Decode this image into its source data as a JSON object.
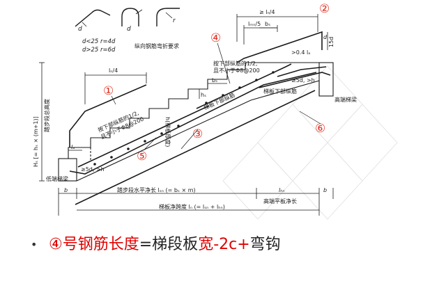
{
  "colors": {
    "line": "#1a1a1a",
    "marker": "#e03020",
    "caption_red": "#e00000",
    "background": "#ffffff"
  },
  "bend_detail": {
    "label_d1": "d",
    "label_d2": "d",
    "label_r": "r",
    "rule1": "d<25  r=4d",
    "rule2": "d>25  r=6d",
    "caption": "纵向钢筋弯折要求"
  },
  "markers": [
    "①",
    "②",
    "③",
    "④",
    "⑤",
    "⑥"
  ],
  "dims": {
    "ln4_top": "≥ lₙ/4",
    "ln5": "lₘₙ/5",
    "bs_top": "bₛ",
    "d_hook": "d",
    "d15": "15d",
    "ge04la": ">0.4 lₐ",
    "ln4_left": "lₙ/4",
    "bs_mid": "bₛ",
    "hs": "hₛ",
    "ge5d_right": "≥5d, >h",
    "ge5d_left": "≥5d, >h",
    "la": "lₐ",
    "b_left": "b",
    "b_right": "b",
    "lsn": "踏步段水平净长 lₛₙ (= bₛ × m)",
    "lhn": "lₕₙ",
    "lhn_label": "高端平板净长",
    "ln_total": "梯板净跨度 lₙ (= lₛₙ + lₕₙ)"
  },
  "notes": {
    "top_note_1": "按下部纵筋的1/2,",
    "top_note_2": "且不小于Φ8@200",
    "left_note_1": "按下部纵筋的1/2,",
    "left_note_2": "且不小于Φ8@200",
    "bottom_bars_right": "梯板下部纵筋",
    "bottom_bars_mid": "梯板下部纵筋",
    "thickness": "h(梯板厚度)",
    "low_beam": "低端梯梁",
    "high_beam": "高端梯梁",
    "height_label": "Hₛ [= hₛ × (m+1)]",
    "height_sub": "踏步段总高度"
  },
  "caption": {
    "bullet": "•",
    "num": "④",
    "red1": "号钢筋长度",
    "black1": "=梯段板",
    "red2": "宽-2c+",
    "black2": "弯钩"
  }
}
